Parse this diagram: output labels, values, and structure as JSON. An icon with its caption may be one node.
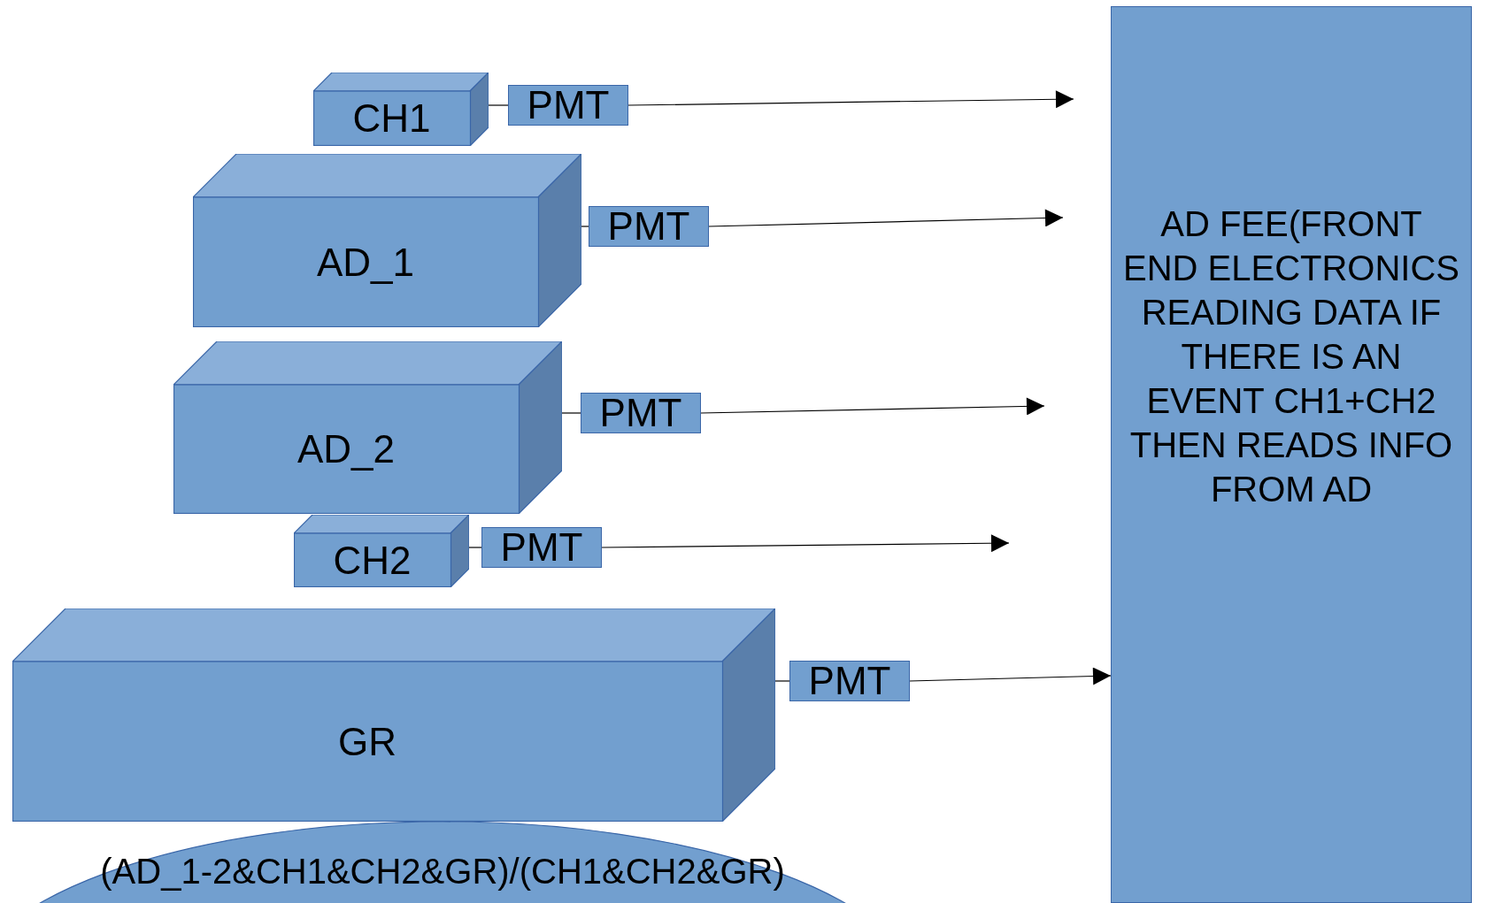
{
  "diagram": {
    "nodes": [
      {
        "text": [
          "CH1"
        ]
      },
      {
        "text": [
          "PMT"
        ]
      },
      {
        "text": [
          "AD_1"
        ]
      },
      {
        "text": [
          "PMT"
        ]
      },
      {
        "text": [
          "AD_2"
        ]
      },
      {
        "text": [
          "PMT"
        ]
      },
      {
        "text": [
          "CH2"
        ]
      },
      {
        "text": [
          "PMT"
        ]
      },
      {
        "text": [
          "GR"
        ]
      },
      {
        "text": [
          "PMT"
        ]
      },
      {
        "text": [
          "AD FEE(FRONT END ELECTRONICS READING DATA IF THERE IS AN EVENT CH1+CH2 THEN READS INFO FROM AD"
        ]
      },
      {
        "text": [
          "(AD_1-2&CH1&CH2&GR)/(CH1&CH2&GR)"
        ]
      }
    ],
    "edges": [
      {
        "from": 0,
        "to": 1,
        "arrow": "none"
      },
      {
        "from": 1,
        "to": null,
        "arrow": "to"
      },
      {
        "from": 2,
        "to": 3,
        "arrow": "none"
      },
      {
        "from": 3,
        "to": null,
        "arrow": "to"
      },
      {
        "from": 4,
        "to": 5,
        "arrow": "none"
      },
      {
        "from": 5,
        "to": null,
        "arrow": "to"
      },
      {
        "from": 6,
        "to": 7,
        "arrow": "none"
      },
      {
        "from": 7,
        "to": null,
        "arrow": "to"
      },
      {
        "from": 8,
        "to": 9,
        "arrow": "none"
      },
      {
        "from": 9,
        "to": 10,
        "arrow": "to"
      }
    ]
  }
}
